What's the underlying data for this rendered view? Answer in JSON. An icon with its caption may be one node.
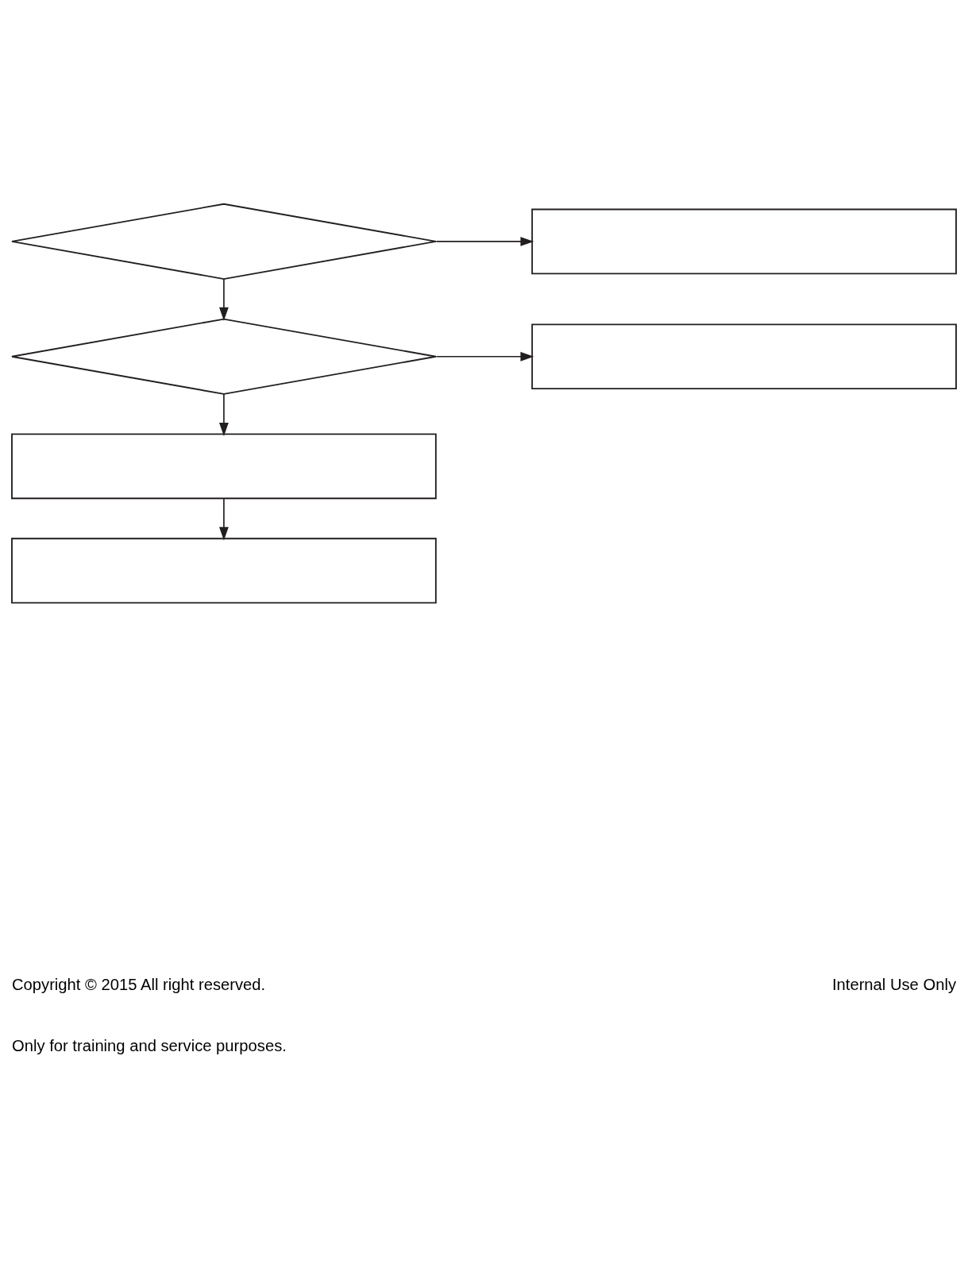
{
  "diagram": {
    "nodes": [
      {
        "text": [],
        "shape": "diamond"
      },
      {
        "text": [],
        "shape": "box"
      },
      {
        "text": [],
        "shape": "diamond"
      },
      {
        "text": [],
        "shape": "box"
      },
      {
        "text": [],
        "shape": "box"
      },
      {
        "text": [],
        "shape": "box"
      }
    ],
    "edges": [
      {
        "from": 0,
        "to": 1,
        "arrow": "to"
      },
      {
        "from": 0,
        "to": 2,
        "arrow": "to"
      },
      {
        "from": 2,
        "to": 3,
        "arrow": "to"
      },
      {
        "from": 2,
        "to": 4,
        "arrow": "to"
      },
      {
        "from": 4,
        "to": 5,
        "arrow": "to"
      }
    ],
    "labels": [
      "Copyright © 2015 All right reserved.",
      "Only for training and service purposes.",
      "Internal Use Only"
    ]
  }
}
